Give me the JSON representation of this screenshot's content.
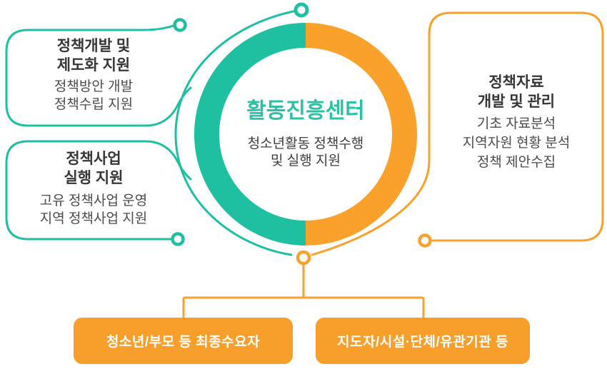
{
  "colors": {
    "teal": "#1FBFA2",
    "orange": "#F9A12B",
    "orange_box_fill": "#F89E2B",
    "center_title_teal": "#2BC1A7",
    "title_text": "#363636",
    "body_text": "#4B4B4B",
    "bottom_label_text": "#FFFFFF"
  },
  "center": {
    "title": "활동진흥센터",
    "subtitle_line1": "청소년활동 정책수행",
    "subtitle_line2": "및 실행 지원"
  },
  "left_boxes": [
    {
      "title_line1": "정책개발 및",
      "title_line2": "제도화 지원",
      "body_line1": "정책방안 개발",
      "body_line2": "정책수립 지원"
    },
    {
      "title_line1": "정책사업",
      "title_line2": "실행 지원",
      "body_line1": "고유 정책사업 운영",
      "body_line2": "지역 정책사업 지원"
    }
  ],
  "right_box": {
    "title_line1": "정책자료",
    "title_line2": "개발 및 관리",
    "body_line1": "기초 자료분석",
    "body_line2": "지역자원 현황 분석",
    "body_line3": "정책 제안수집"
  },
  "bottom_boxes": [
    {
      "label": "청소년/부모 등 최종수요자"
    },
    {
      "label": "지도자/시설·단체/유관기관 등"
    }
  ]
}
